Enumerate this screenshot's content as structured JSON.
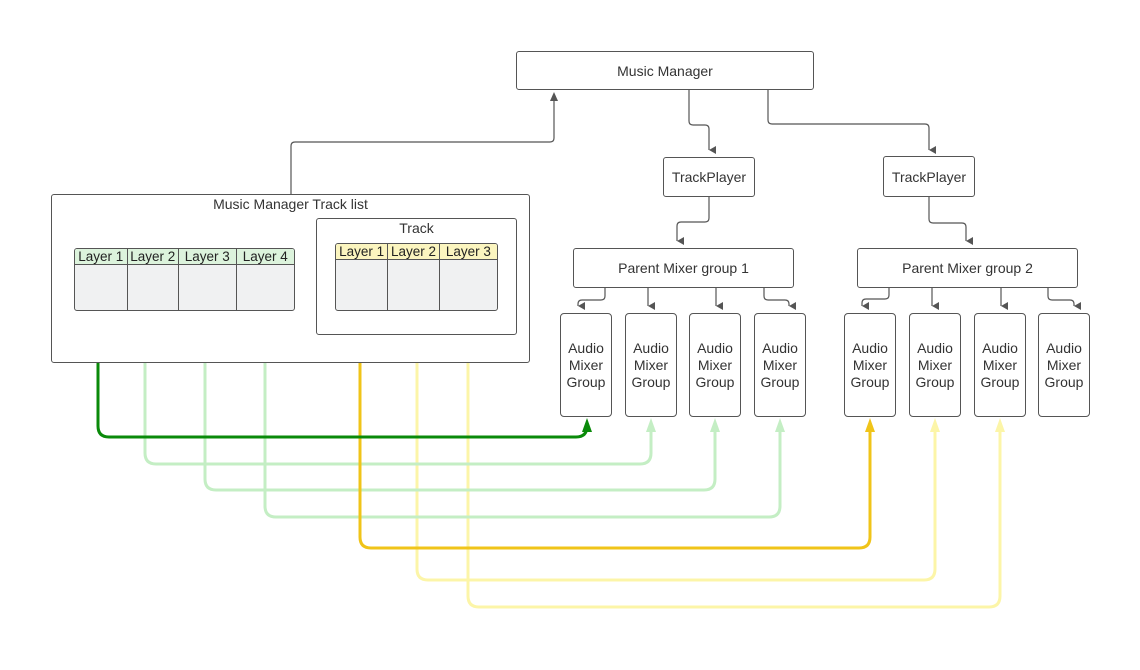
{
  "music_manager": "Music Manager",
  "track_player_1": "TrackPlayer",
  "track_player_2": "TrackPlayer",
  "track_list": {
    "title": "Music Manager Track list",
    "layers": [
      "Layer 1",
      "Layer 2",
      "Layer 3",
      "Layer 4"
    ]
  },
  "track": {
    "title": "Track",
    "layers": [
      "Layer 1",
      "Layer 2",
      "Layer 3"
    ]
  },
  "parent_mixer_1": "Parent Mixer group 1",
  "parent_mixer_2": "Parent Mixer group 2",
  "audio_mixer_groups": [
    [
      "Audio",
      "Mixer",
      "Group"
    ],
    [
      "Audio",
      "Mixer",
      "Group"
    ],
    [
      "Audio",
      "Mixer",
      "Group"
    ],
    [
      "Audio",
      "Mixer",
      "Group"
    ],
    [
      "Audio",
      "Mixer",
      "Group"
    ],
    [
      "Audio",
      "Mixer",
      "Group"
    ],
    [
      "Audio",
      "Mixer",
      "Group"
    ],
    [
      "Audio",
      "Mixer",
      "Group"
    ]
  ],
  "colors": {
    "green_active": "#0a8a0a",
    "green_light": "#c4eec4",
    "yellow_active": "#f0c419",
    "yellow_light": "#fcf5a8",
    "connector": "#555555"
  }
}
